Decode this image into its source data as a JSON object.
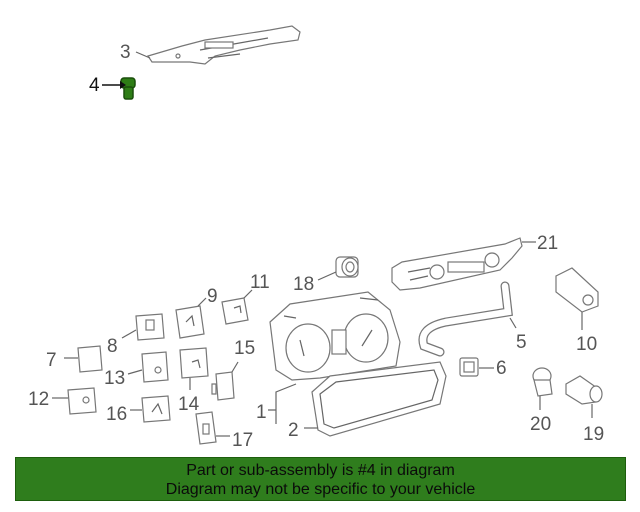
{
  "colors": {
    "banner_bg": "#2f7d1d",
    "highlight_part": "#2e7d16",
    "line_art": "#777777"
  },
  "callouts": {
    "c1": "1",
    "c2": "2",
    "c3": "3",
    "c4": "4",
    "c5": "5",
    "c6": "6",
    "c7": "7",
    "c8": "8",
    "c9": "9",
    "c10": "10",
    "c11": "11",
    "c12": "12",
    "c13": "13",
    "c14": "14",
    "c15": "15",
    "c16": "16",
    "c17": "17",
    "c18": "18",
    "c19": "19",
    "c20": "20",
    "c21": "21"
  },
  "banner": {
    "line1": "Part or sub-assembly is #4 in diagram",
    "line2": "Diagram may not be specific to your vehicle"
  }
}
